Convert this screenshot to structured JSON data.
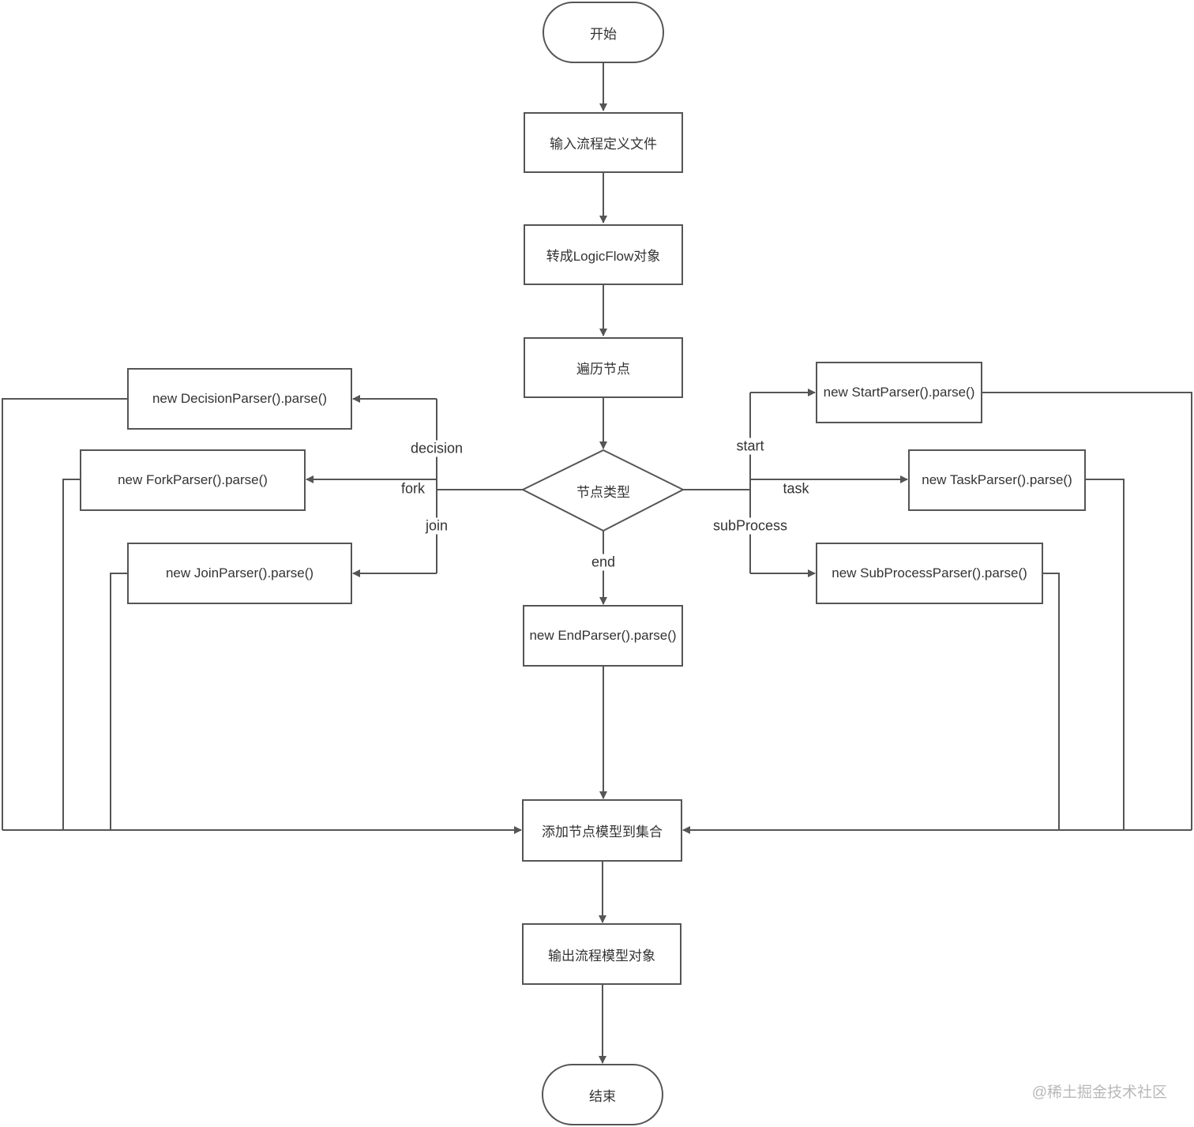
{
  "nodes": {
    "start": "开始",
    "input_file": "输入流程定义文件",
    "to_logicflow": "转成LogicFlow对象",
    "traverse": "遍历节点",
    "node_type": "节点类型",
    "decision_parser": "new DecisionParser().parse()",
    "fork_parser": "new ForkParser().parse()",
    "join_parser": "new JoinParser().parse()",
    "start_parser": "new StartParser().parse()",
    "task_parser": "new TaskParser().parse()",
    "subprocess_parser": "new SubProcessParser().parse()",
    "end_parser": "new EndParser().parse()",
    "add_to_collection": "添加节点模型到集合",
    "output_model": "输出流程模型对象",
    "end": "结束"
  },
  "edge_labels": {
    "decision": "decision",
    "fork": "fork",
    "join": "join",
    "start": "start",
    "task": "task",
    "subProcess": "subProcess",
    "end": "end"
  },
  "watermark": "@稀土掘金技术社区",
  "colors": {
    "line": "#555555",
    "text": "#333333",
    "watermark": "#b8b8b8"
  }
}
